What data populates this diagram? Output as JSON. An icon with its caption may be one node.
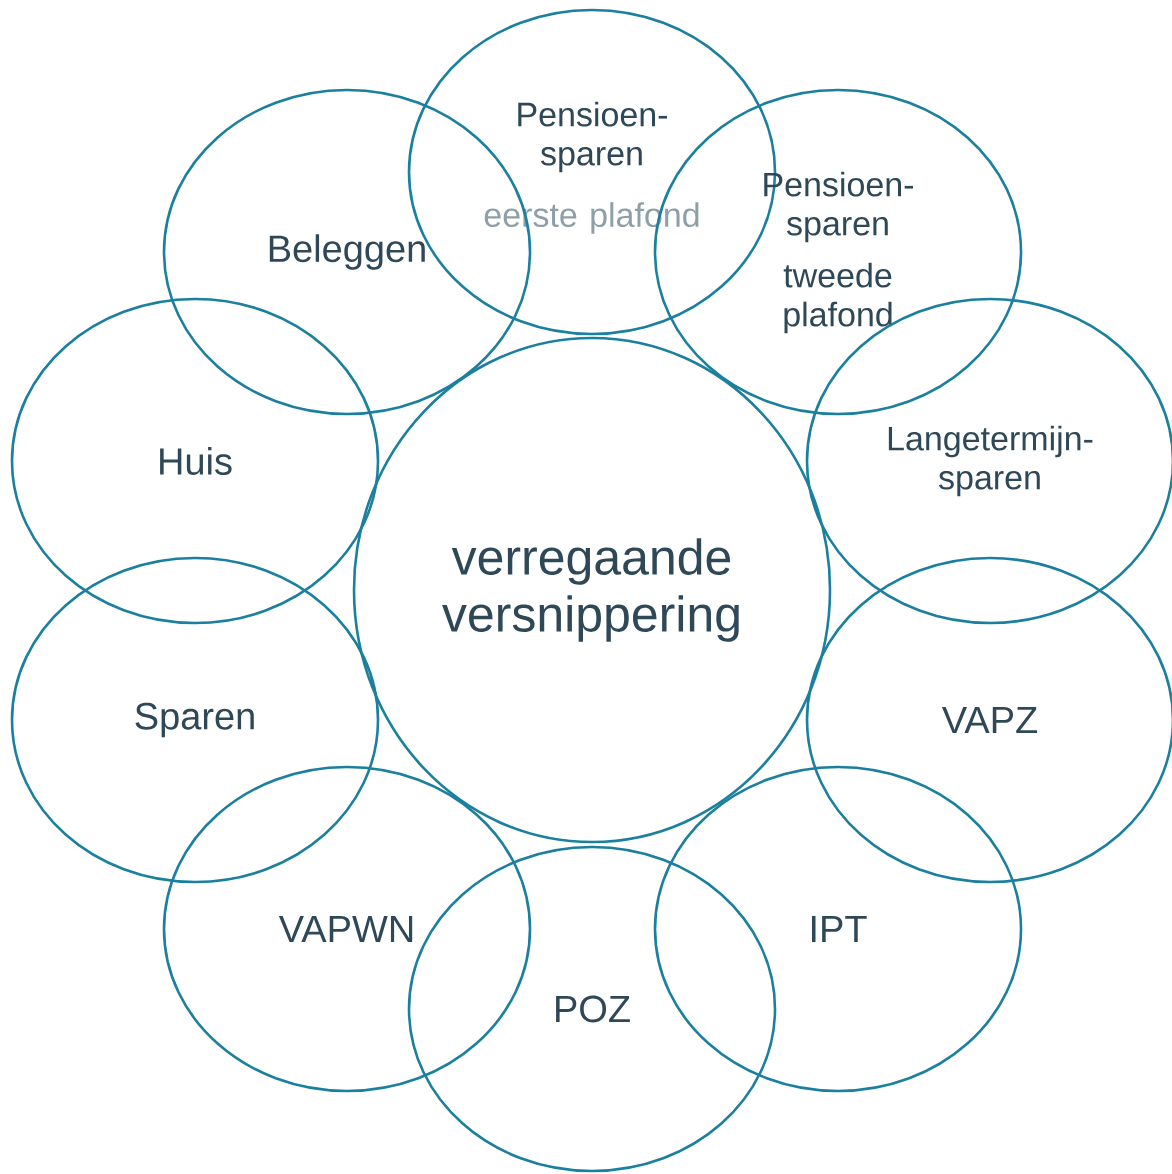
{
  "diagram": {
    "nodes": [
      {
        "text": [
          "Pensioen- sparen",
          "eerste plafond"
        ]
      },
      {
        "text": [
          "Beleggen"
        ]
      },
      {
        "text": [
          "Pensioen- sparen",
          "tweede plafond"
        ]
      },
      {
        "text": [
          "Huis"
        ]
      },
      {
        "text": [
          "Langetermijn- sparen"
        ]
      },
      {
        "text": [
          "verregaande versnippering"
        ]
      },
      {
        "text": [
          "Sparen"
        ]
      },
      {
        "text": [
          "VAPZ"
        ]
      },
      {
        "text": [
          "VAPWN"
        ]
      },
      {
        "text": [
          "IPT"
        ]
      },
      {
        "text": [
          "POZ"
        ]
      }
    ]
  }
}
